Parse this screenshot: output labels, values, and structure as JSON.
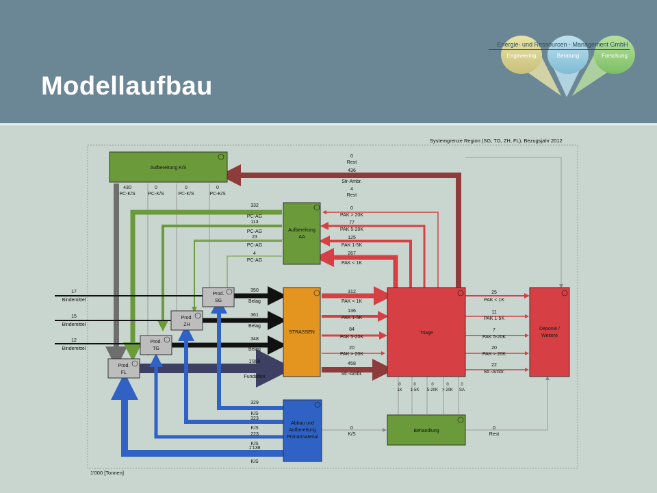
{
  "header": {
    "title": "Modellaufbau",
    "company": "Energie- und Ressourcen - Management GmbH",
    "pillars": [
      "Engineering",
      "Beratung",
      "Forschung"
    ]
  },
  "diagram": {
    "system_boundary": "Systemgrenze Region (SG, TG, ZH, FL), Bezugsjahr 2012",
    "unit": "1'000 [Tonnen]",
    "boxes": {
      "aufbereitung_ks": "Aufbereitung K/S",
      "aufbereitung_aa_1": "Aufbereitung",
      "aufbereitung_aa_2": "AA",
      "strassen": "STRASSEN",
      "triage": "Triage",
      "deponie_1": "Deponie /",
      "deponie_2": "Weitere",
      "abbau_1": "Abbau und",
      "abbau_2": "Aufbereitung",
      "abbau_3": "Primärmaterial",
      "behandlung": "Behandlung",
      "prod_sg_1": "Prod.",
      "prod_sg_2": "SG",
      "prod_zh_1": "Prod.",
      "prod_zh_2": "ZH",
      "prod_tg_1": "Prod.",
      "prod_tg_2": "TG",
      "prod_fl_1": "Prod.",
      "prod_fl_2": "FL"
    },
    "ks_outputs": [
      {
        "value": "430",
        "label": "PC-K/S"
      },
      {
        "value": "0",
        "label": "PC-K/S"
      },
      {
        "value": "0",
        "label": "PC-K/S"
      },
      {
        "value": "0",
        "label": "PC-K/S"
      }
    ],
    "rest_top": {
      "v1": "0",
      "l1": "Rest",
      "v2": "436",
      "l2": "Str-Ambr.",
      "v3": "4",
      "l3": "Rest"
    },
    "pc_ag": [
      {
        "value": "332",
        "label": "PC-AG"
      },
      {
        "value": "113",
        "label": "PC-AG"
      },
      {
        "value": "23",
        "label": "PC-AG"
      },
      {
        "value": "4",
        "label": "PC-AG"
      }
    ],
    "aa_inputs": [
      {
        "value": "0",
        "label": "PAK > 20K"
      },
      {
        "value": "77",
        "label": "PAK 5-20K"
      },
      {
        "value": "125",
        "label": "PAK 1-5K"
      },
      {
        "value": "267",
        "label": "PAK < 1K"
      }
    ],
    "bindemittel": [
      {
        "value": "17",
        "label": "Bindemittel"
      },
      {
        "value": "15",
        "label": "Bindemittel"
      },
      {
        "value": "12",
        "label": "Bindemittel"
      }
    ],
    "belag": [
      {
        "value": "350",
        "label": "Belag"
      },
      {
        "value": "361",
        "label": "Belag"
      },
      {
        "value": "348",
        "label": "Belag"
      }
    ],
    "fundation": {
      "value": "1'896",
      "label": "Fundation"
    },
    "triage_in": [
      {
        "value": "312",
        "label": "PAK < 1K"
      },
      {
        "value": "136",
        "label": "PAK 1-5K"
      },
      {
        "value": "84",
        "label": "PAK 5-20K"
      },
      {
        "value": "20",
        "label": "PAK > 20K"
      },
      {
        "value": "458",
        "label": "Str.-Ambr."
      }
    ],
    "triage_out": [
      {
        "value": "25",
        "label": "PAK < 1K"
      },
      {
        "value": "11",
        "label": "PAK 1-5K"
      },
      {
        "value": "7",
        "label": "PAK 5-20K"
      },
      {
        "value": "20",
        "label": "PAK > 20K"
      },
      {
        "value": "22",
        "label": "Str.-Ambr."
      }
    ],
    "triage_down": [
      {
        "value": "0",
        "label": "1K"
      },
      {
        "value": "0",
        "label": "1-5K"
      },
      {
        "value": "0",
        "label": "5-20K"
      },
      {
        "value": "0",
        "label": "> 20K"
      },
      {
        "value": "0",
        "label": "SA"
      }
    ],
    "ks_flows": [
      {
        "value": "329",
        "label": "K/S"
      },
      {
        "value": "323",
        "label": "K/S"
      },
      {
        "value": "223",
        "label": "K/S"
      },
      {
        "value": "1'138",
        "label": "K/S"
      }
    ],
    "abbau_to_beh": {
      "value": "0",
      "label": "K/S"
    },
    "beh_to_dep": {
      "value": "0",
      "label": "Rest"
    },
    "colors": {
      "green": "#6a9a3a",
      "orange": "#e4951f",
      "red": "#d64045",
      "blue": "#2f62c4",
      "grey": "#bdbdbd",
      "darkred": "#8e3b3b",
      "navy": "#3d3f63"
    }
  }
}
